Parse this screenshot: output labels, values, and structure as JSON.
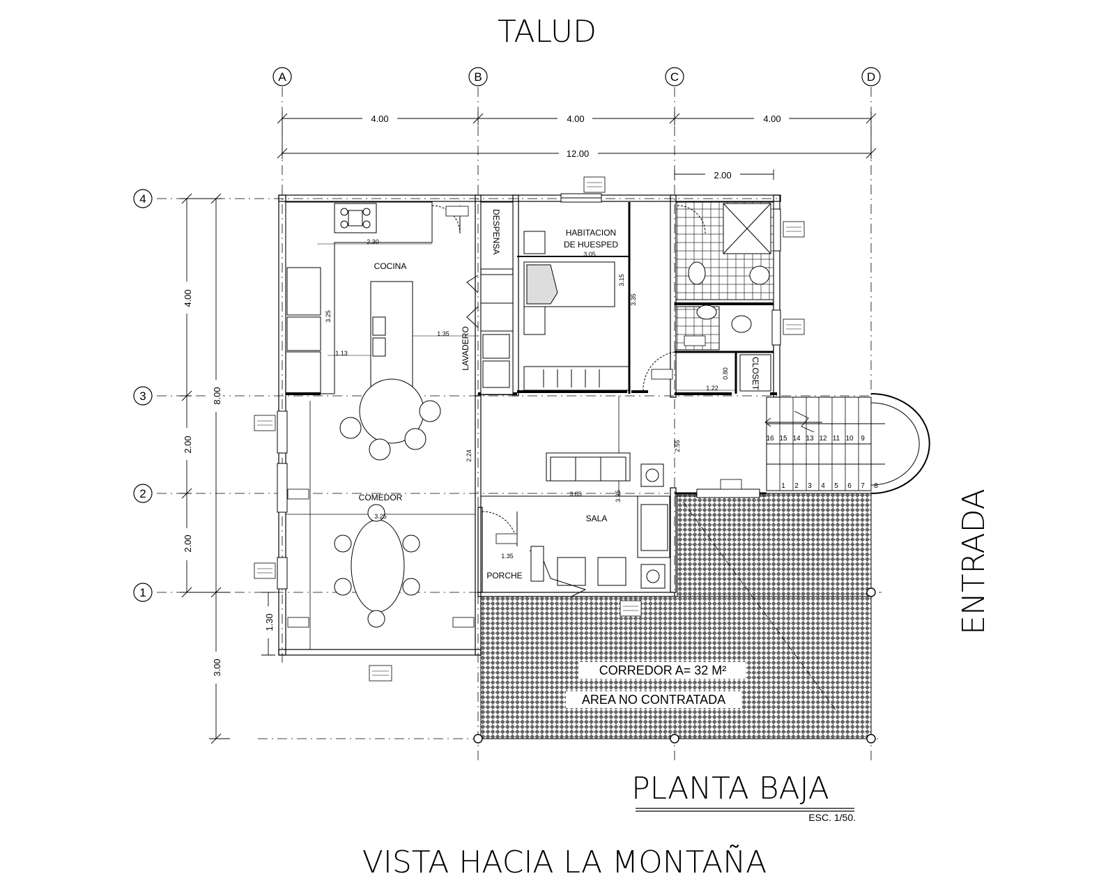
{
  "titles": {
    "top": "TALUD",
    "bottom": "VISTA HACIA LA MONTAÑA",
    "side": "ENTRADA",
    "plan": "PLANTA BAJA",
    "scale": "ESC. 1/50."
  },
  "grid": {
    "columns": [
      "A",
      "B",
      "C",
      "D"
    ],
    "rows": [
      "4",
      "3",
      "2",
      "1"
    ]
  },
  "dimensions": {
    "top_bays": [
      "4.00",
      "4.00",
      "4.00"
    ],
    "top_total": "12.00",
    "top_small": "2.00",
    "left_segments": [
      "4.00",
      "2.00",
      "2.00"
    ],
    "left_total": "8.00",
    "left_extra": "1.30",
    "left_bottom": "3.00"
  },
  "rooms": {
    "despensa": "DESPENSA",
    "habitacion_1": "HABITACION",
    "habitacion_2": "DE HUESPED",
    "cocina": "COCINA",
    "lavadero": "LAVADERO",
    "closet": "CLOSET",
    "comedor": "COMEDOR",
    "sala": "SALA",
    "porche": "PORCHE"
  },
  "notes": {
    "corredor": "CORREDOR A= 32 M²",
    "no_contratada": "AREA NO CONTRATADA"
  },
  "small_dims": {
    "d1": "2.30",
    "d2": "3.25",
    "d3": "1.13",
    "d4": "1.35",
    "d5": "3.05",
    "d6": "3.15",
    "d7": "3.35",
    "d8": "2.24",
    "d9": "3.85",
    "d10": "3.35",
    "d11": "3.25",
    "d12": "1.22",
    "d13": "0.80",
    "d14": "2.55",
    "d15": "1.35"
  },
  "stairs": [
    "16",
    "15",
    "14",
    "13",
    "12",
    "11",
    "10",
    "9",
    "1",
    "2",
    "3",
    "4",
    "5",
    "6",
    "7",
    "8"
  ]
}
